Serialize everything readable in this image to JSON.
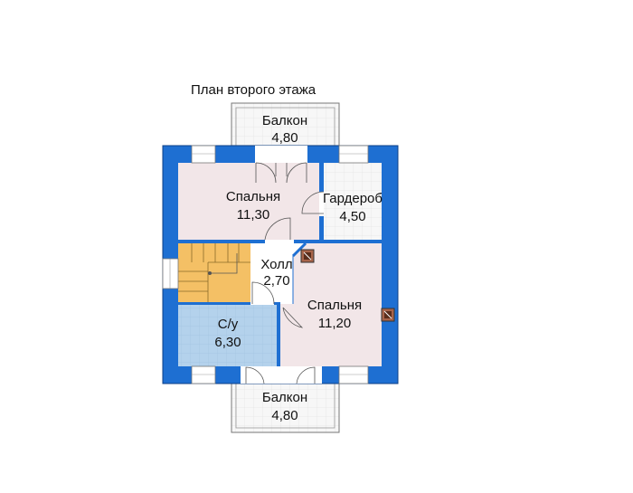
{
  "title": "План второго этажа",
  "colors": {
    "wall": "#1e6fd2",
    "bedroom": "#f2e6e8",
    "bathroom": "#b4d2ec",
    "hall": "#ffffff",
    "stairs": "#f4c065",
    "balcony_tile": "#f5f5f5",
    "chimney": "#a8644a"
  },
  "rooms": {
    "balcony_top": {
      "name": "Балкон",
      "area": "4,80"
    },
    "bedroom_top": {
      "name": "Спальня",
      "area": "11,30"
    },
    "wardrobe": {
      "name": "Гардероб",
      "area": "4,50"
    },
    "hall": {
      "name": "Холл",
      "area": "2,70"
    },
    "bedroom_right": {
      "name": "Спальня",
      "area": "11,20"
    },
    "bathroom": {
      "name": "С/у",
      "area": "6,30"
    },
    "balcony_bottom": {
      "name": "Балкон",
      "area": "4,80"
    }
  }
}
